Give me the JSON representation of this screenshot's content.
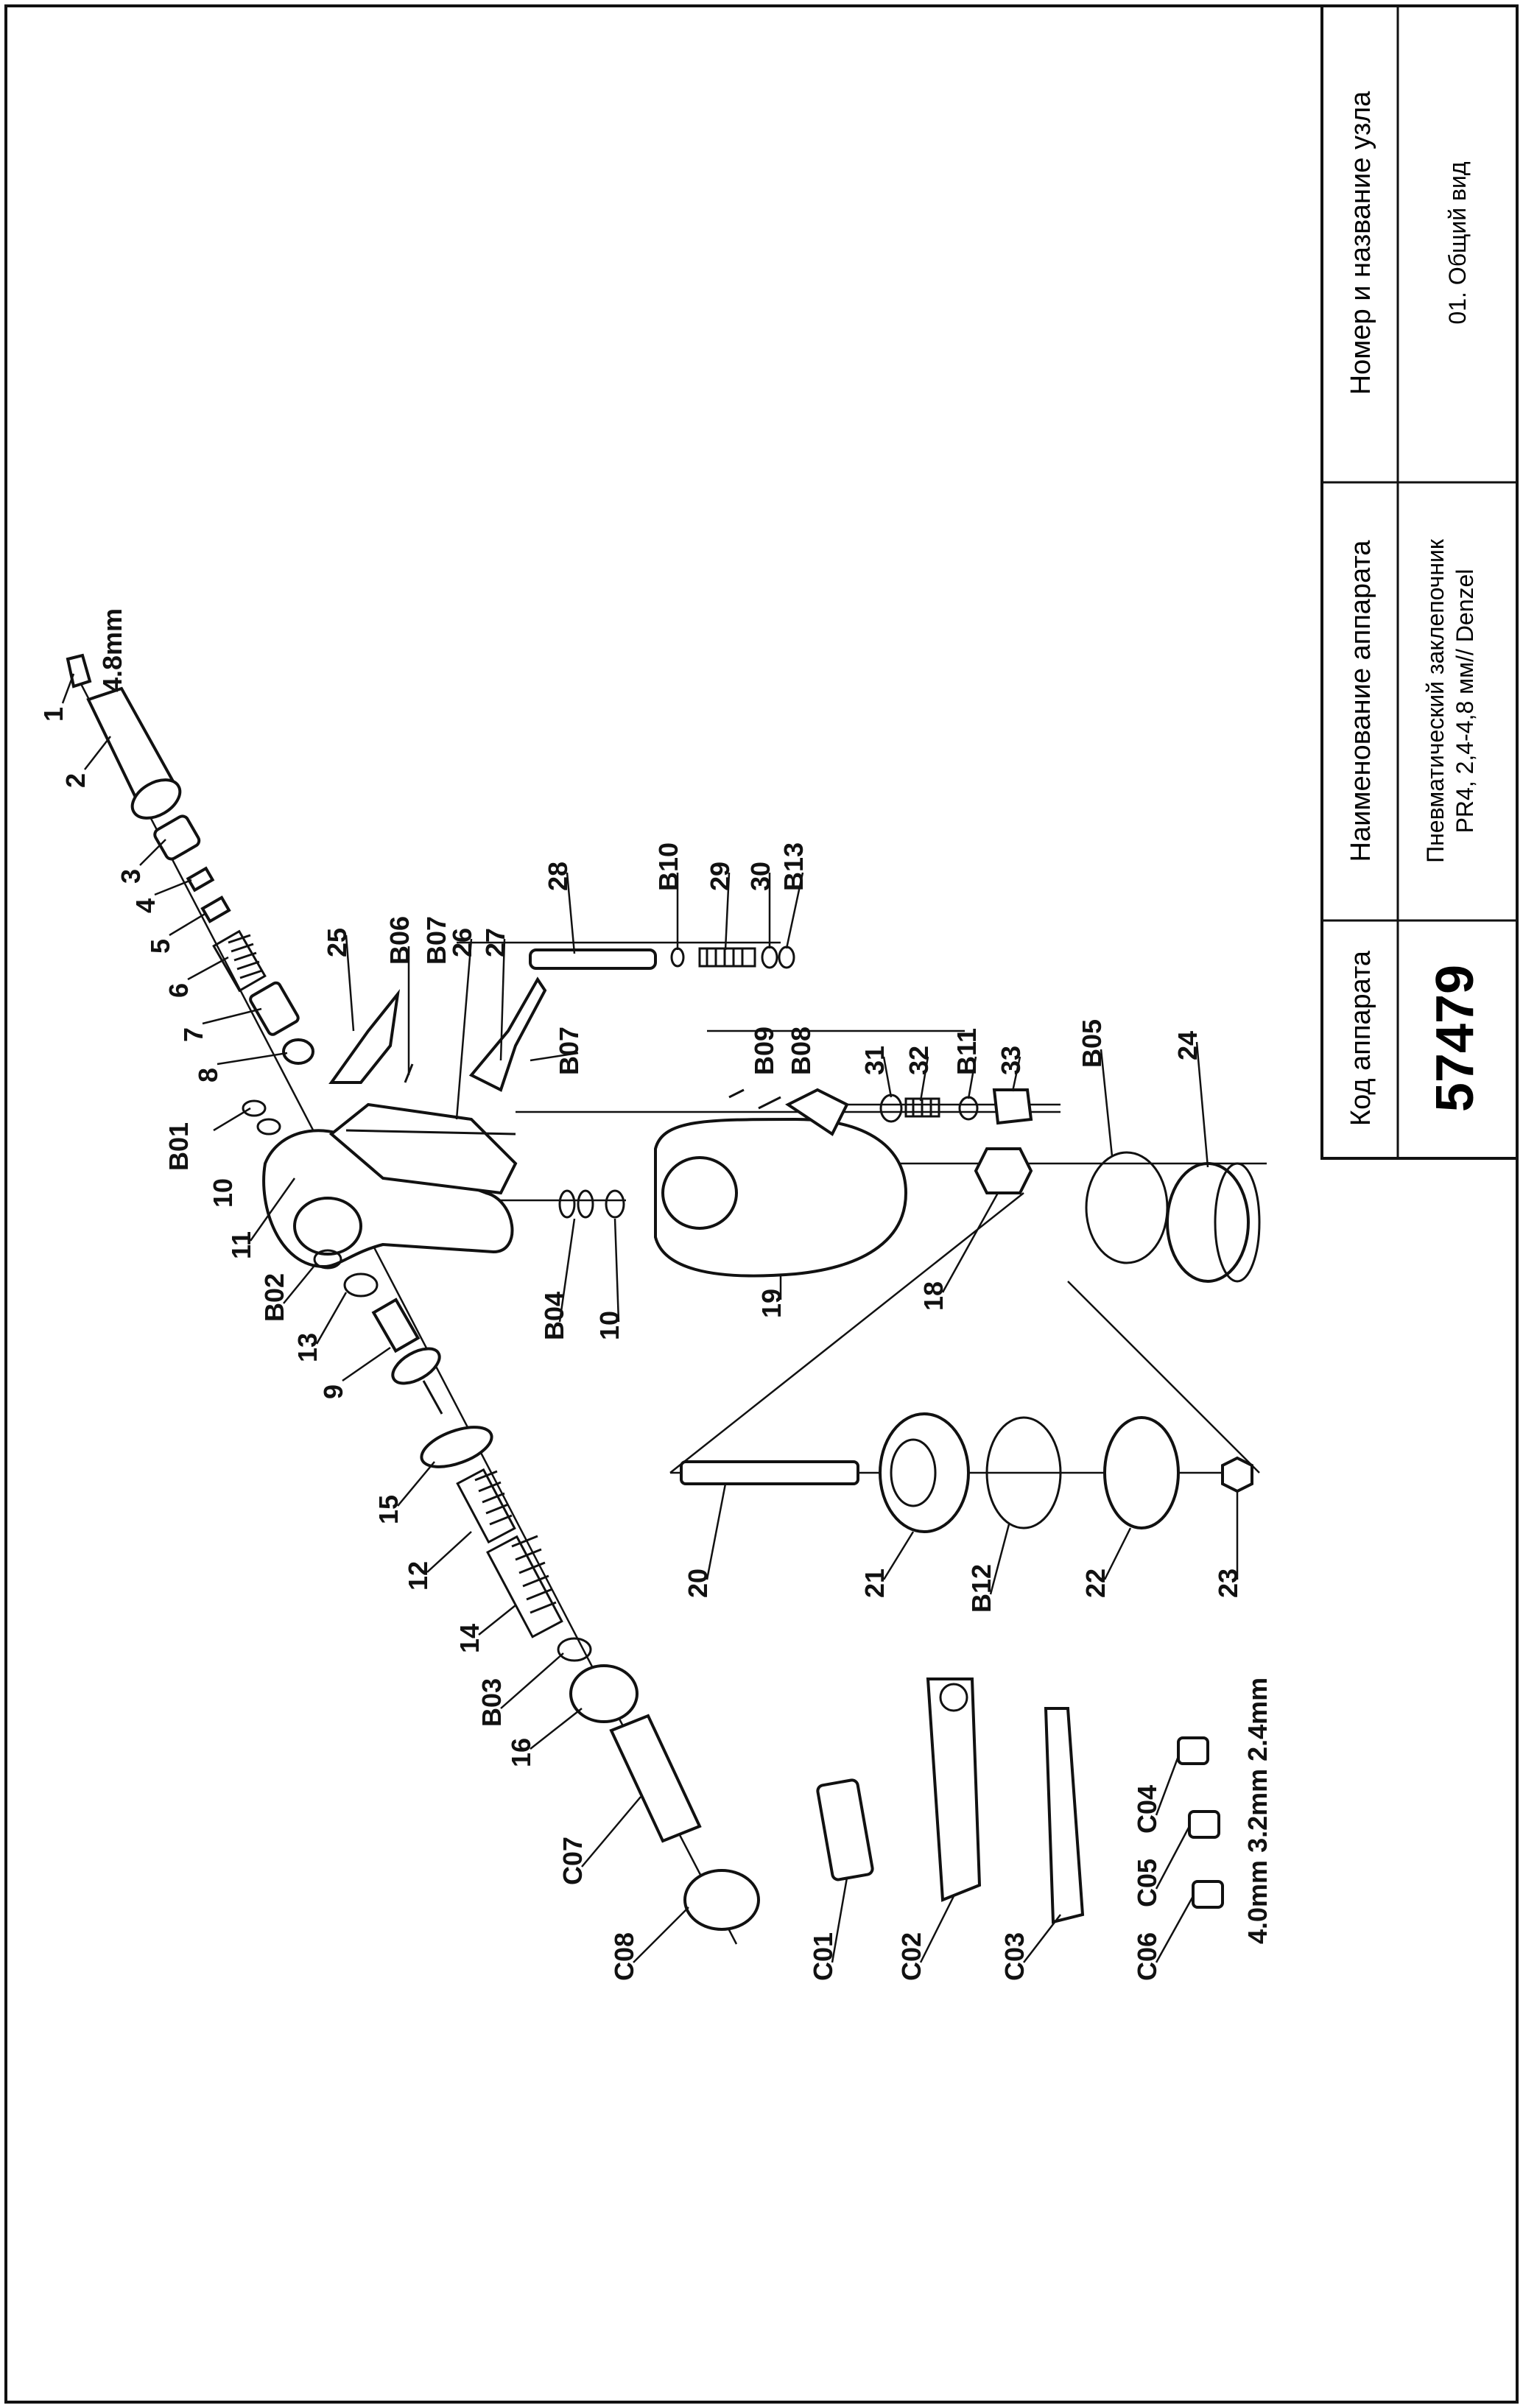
{
  "title_block": {
    "code_header": "Код аппарата",
    "code_value": "57479",
    "name_header": "Наименование аппарата",
    "name_line1": "Пневматический заклепочник",
    "name_line2": "PR4, 2,4-4,8 мм// Denzel",
    "unit_header": "Номер и название узла",
    "unit_value": "01. Общий вид"
  },
  "callouts": {
    "c1": "1",
    "c2": "2",
    "c3": "3",
    "c4": "4",
    "c5": "5",
    "c6": "6",
    "c7": "7",
    "c8": "8",
    "c9": "9",
    "c10a": "10",
    "c10b": "10",
    "c11": "11",
    "c12": "12",
    "c13": "13",
    "c14": "14",
    "c15": "15",
    "c16": "16",
    "c18": "18",
    "c19": "19",
    "c20": "20",
    "c21": "21",
    "c22": "22",
    "c23": "23",
    "c24": "24",
    "c25": "25",
    "c26": "26",
    "c27": "27",
    "c28": "28",
    "c29": "29",
    "c30": "30",
    "c31": "31",
    "c32": "32",
    "c33": "33",
    "b01": "B01",
    "b02": "B02",
    "b03": "B03",
    "b04": "B04",
    "b05": "B05",
    "b06": "B06",
    "b07a": "B07",
    "b07b": "B07",
    "b08": "B08",
    "b09": "B09",
    "b10": "B10",
    "b11": "B11",
    "b12": "B12",
    "b13": "B13",
    "c01": "C01",
    "c02": "C02",
    "c03": "C03",
    "c04": "C04",
    "c05": "C05",
    "c06": "C06",
    "c07": "C07",
    "c08": "C08"
  },
  "sizes": {
    "nozzle_top": "4.8mm",
    "nozzles_bottom": "4.0mm 3.2mm 2.4mm"
  }
}
